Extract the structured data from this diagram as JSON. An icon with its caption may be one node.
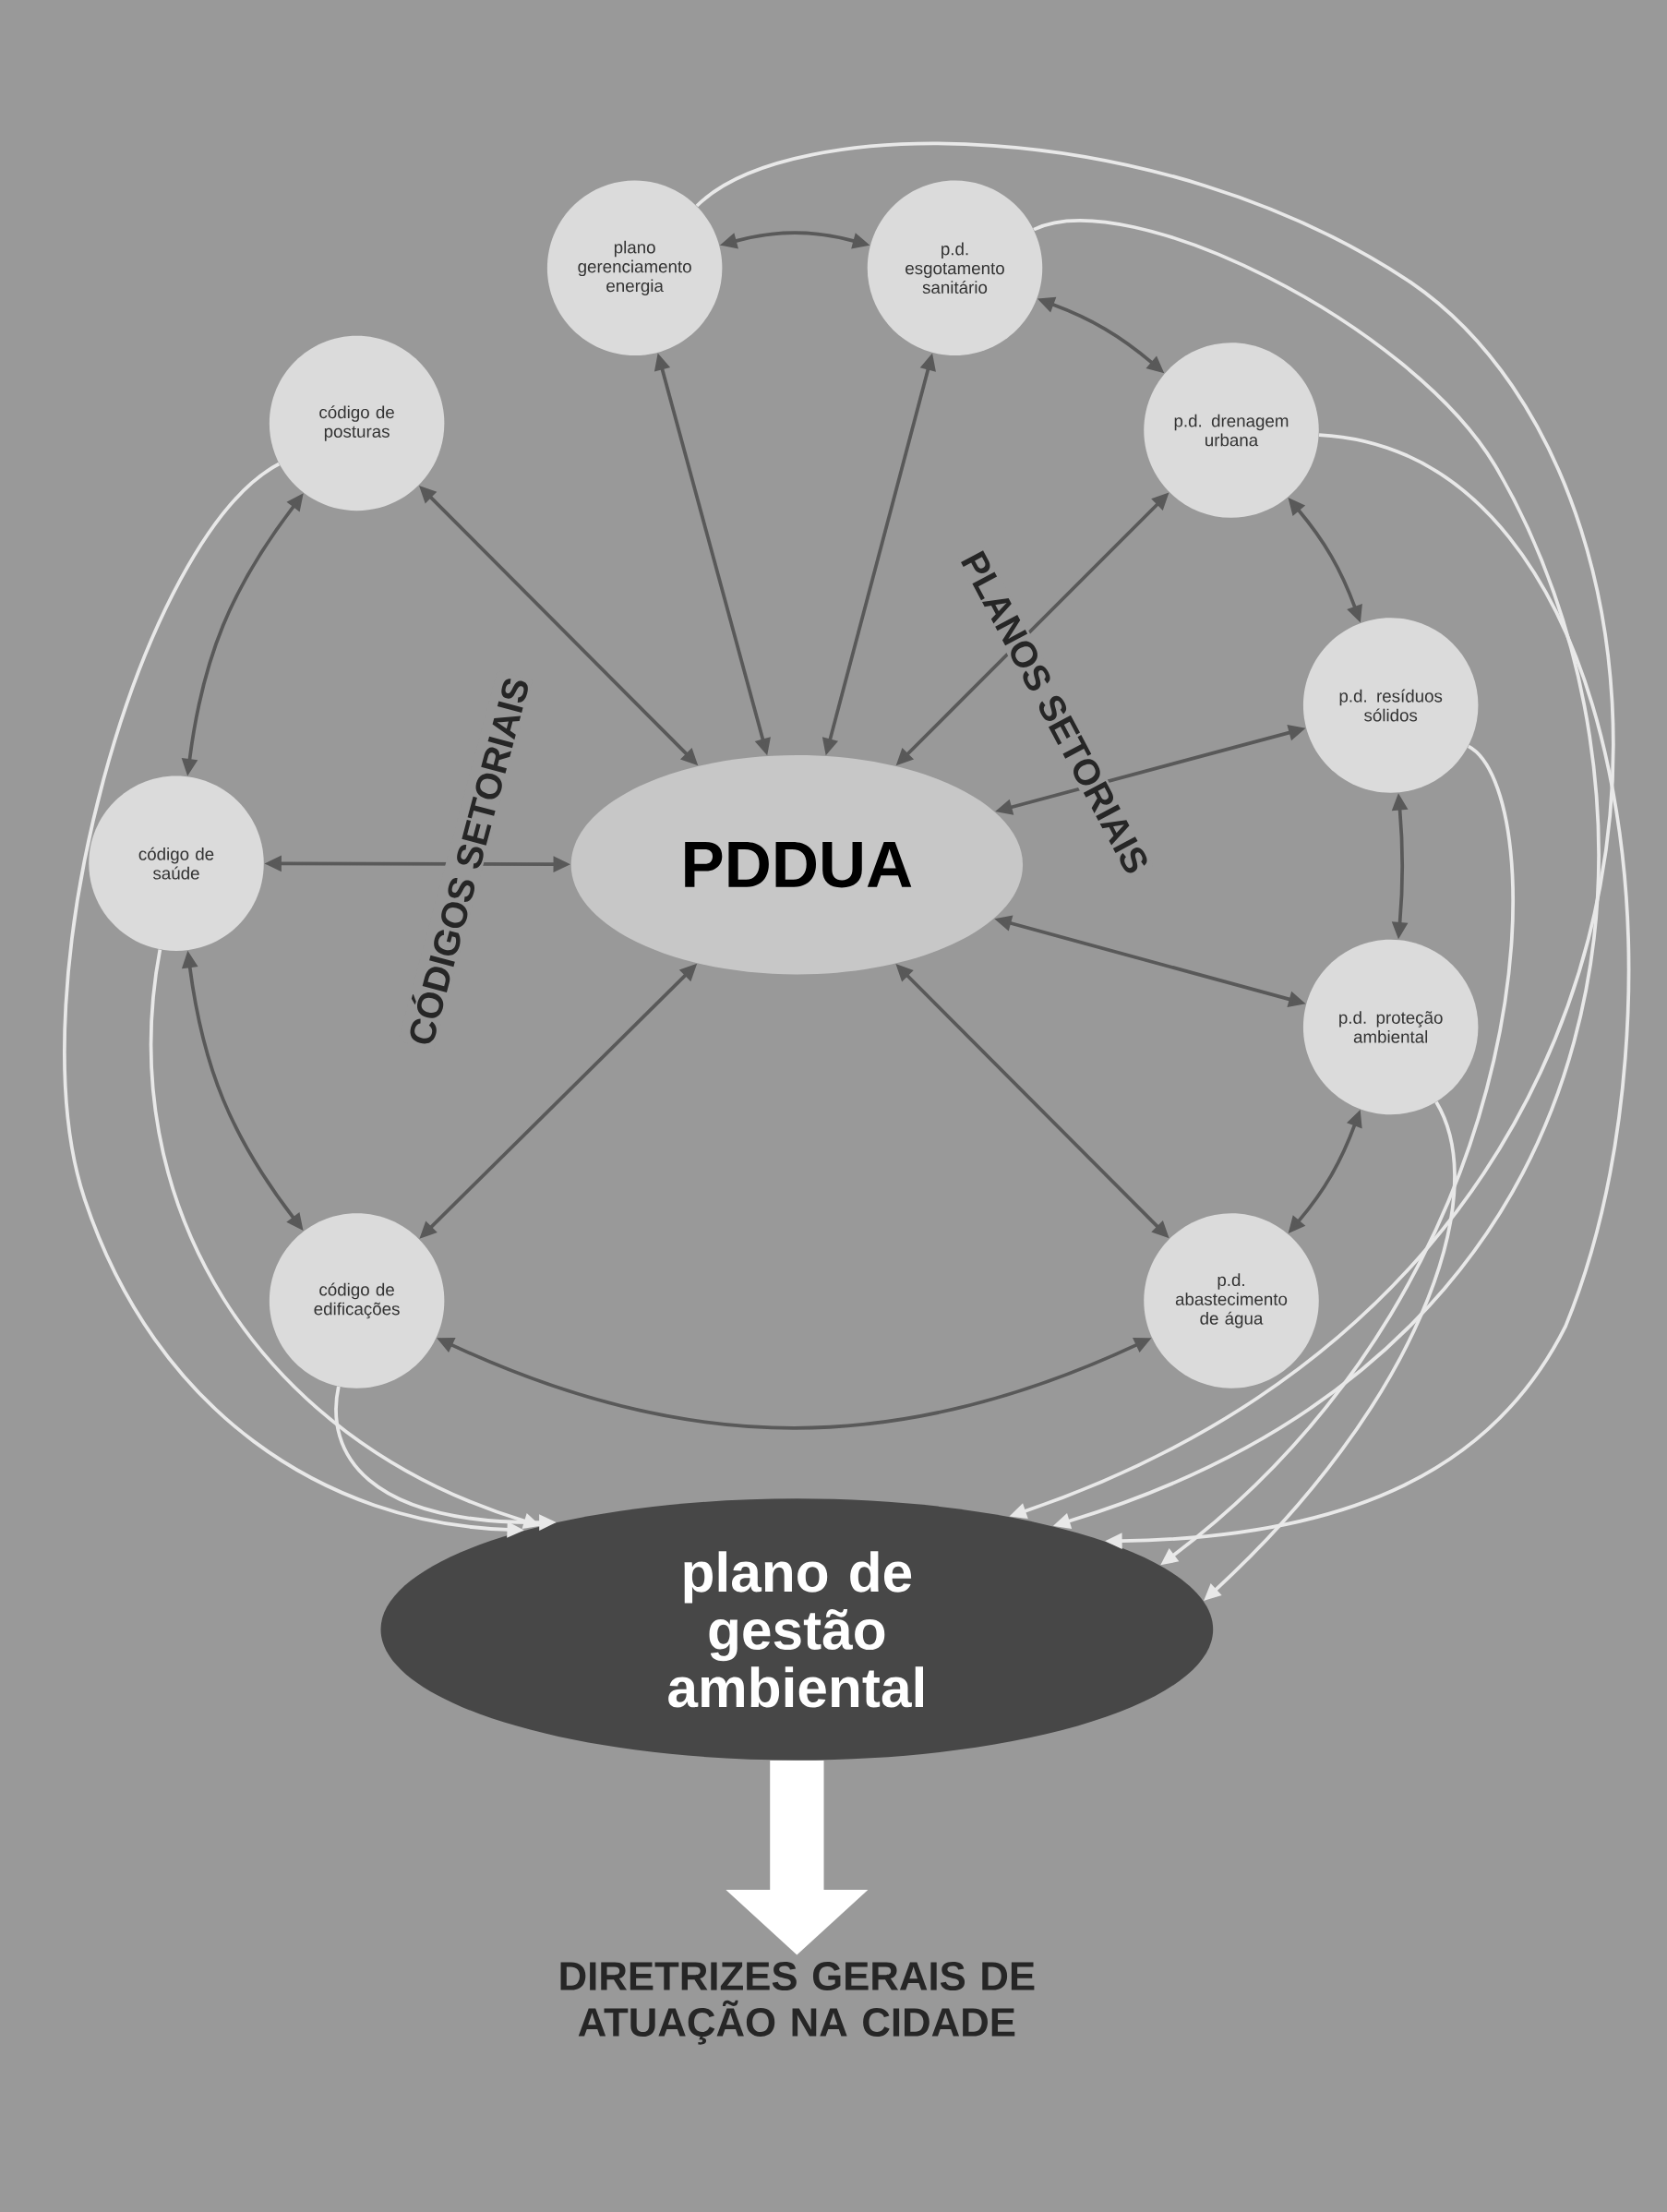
{
  "diagram": {
    "nodes": [
      {
        "text": [
          "PDDUA"
        ]
      },
      {
        "text": [
          "plano gerenciamento energia"
        ]
      },
      {
        "text": [
          "p.d. esgotamento sanitário"
        ]
      },
      {
        "text": [
          "código de posturas"
        ]
      },
      {
        "text": [
          "p.d. drenagem urbana"
        ]
      },
      {
        "text": [
          "p.d. resíduos sólidos"
        ]
      },
      {
        "text": [
          "código de saúde"
        ]
      },
      {
        "text": [
          "p.d. proteção ambiental"
        ]
      },
      {
        "text": [
          "código de edificações"
        ]
      },
      {
        "text": [
          "p.d. abastecimento de água"
        ]
      },
      {
        "text": [
          "plano de gestão ambiental"
        ]
      },
      {
        "text": [
          "DIRETRIZES GERAIS DE ATUAÇÃO NA CIDADE"
        ]
      }
    ],
    "edges": [
      {
        "from": 0,
        "to": 1,
        "arrow": "both"
      },
      {
        "from": 0,
        "to": 2,
        "arrow": "both"
      },
      {
        "from": 0,
        "to": 3,
        "arrow": "both"
      },
      {
        "from": 0,
        "to": 4,
        "arrow": "both"
      },
      {
        "from": 0,
        "to": 5,
        "arrow": "both"
      },
      {
        "from": 0,
        "to": 6,
        "arrow": "both"
      },
      {
        "from": 0,
        "to": 7,
        "arrow": "both"
      },
      {
        "from": 0,
        "to": 8,
        "arrow": "both"
      },
      {
        "from": 0,
        "to": 9,
        "arrow": "both"
      },
      {
        "from": 1,
        "to": 2,
        "arrow": "both"
      },
      {
        "from": 2,
        "to": 4,
        "arrow": "both"
      },
      {
        "from": 4,
        "to": 5,
        "arrow": "both"
      },
      {
        "from": 5,
        "to": 7,
        "arrow": "both"
      },
      {
        "from": 7,
        "to": 9,
        "arrow": "both"
      },
      {
        "from": 9,
        "to": 8,
        "arrow": "both"
      },
      {
        "from": 8,
        "to": 6,
        "arrow": "both"
      },
      {
        "from": 6,
        "to": 3,
        "arrow": "both"
      },
      {
        "from": 3,
        "to": 10,
        "arrow": "to",
        "color": "#e8e8e8"
      },
      {
        "from": 6,
        "to": 10,
        "arrow": "to",
        "color": "#e8e8e8"
      },
      {
        "from": 8,
        "to": 10,
        "arrow": "to",
        "color": "#e8e8e8"
      },
      {
        "from": 1,
        "to": 10,
        "arrow": "to",
        "color": "#e8e8e8"
      },
      {
        "from": 2,
        "to": 10,
        "arrow": "to",
        "color": "#e8e8e8"
      },
      {
        "from": 4,
        "to": 10,
        "arrow": "to",
        "color": "#e8e8e8"
      },
      {
        "from": 5,
        "to": 10,
        "arrow": "to",
        "color": "#e8e8e8"
      },
      {
        "from": 7,
        "to": 10,
        "arrow": "to",
        "color": "#e8e8e8"
      },
      {
        "from": 10,
        "to": 11,
        "arrow": "to",
        "style": "thick",
        "color": "#ffffff"
      }
    ],
    "labels": [
      "CÓDIGOS SETORIAIS",
      "PLANOS SETORIAIS"
    ]
  }
}
